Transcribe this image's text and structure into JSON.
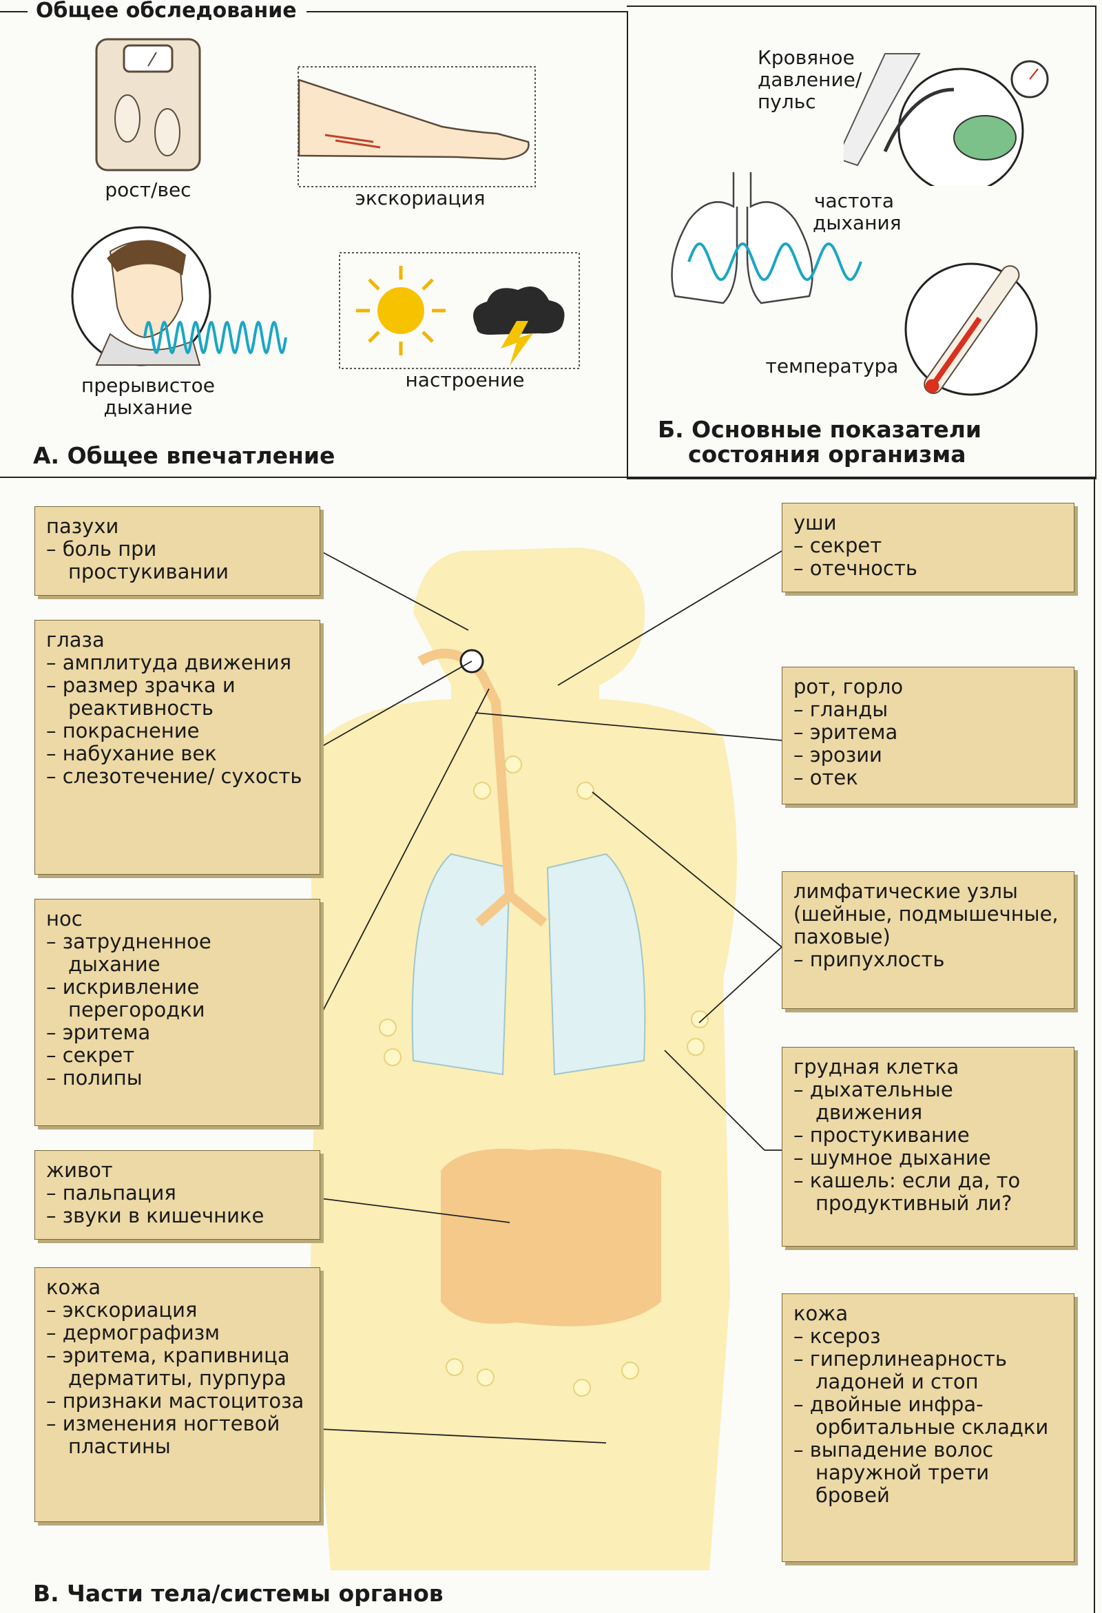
{
  "header": {
    "title": "Общее обследование"
  },
  "sectionA": {
    "title": "А. Общее впечатление",
    "items": [
      {
        "label": "рост/вес",
        "icon": "scale-icon"
      },
      {
        "label": "экскориация",
        "icon": "arm-icon"
      },
      {
        "label": "прерывистое дыхание",
        "icon": "person-breathing-icon"
      },
      {
        "label": "настроение",
        "icon": "sun-cloud-icon"
      }
    ]
  },
  "sectionB": {
    "title_line1": "Б. Основные показатели",
    "title_line2": "состояния организма",
    "items": [
      {
        "label": "Кровяное давление/ пульс",
        "icon": "blood-pressure-cuff-icon"
      },
      {
        "label": "частота дыхания",
        "icon": "lungs-icon"
      },
      {
        "label": "температура",
        "icon": "thermometer-icon"
      }
    ]
  },
  "sectionC": {
    "title": "В. Части тела/системы органов",
    "left_boxes": [
      {
        "heading": "пазухи",
        "items": [
          "боль при простукивании"
        ]
      },
      {
        "heading": "глаза",
        "items": [
          "амплитуда движения",
          "размер зрачка и реактивность",
          "покраснение",
          "набухание век",
          "слезотечение/ сухость"
        ]
      },
      {
        "heading": "нос",
        "items": [
          "затрудненное дыхание",
          "искривление перегородки",
          "эритема",
          "секрет",
          "полипы"
        ]
      },
      {
        "heading": "живот",
        "items": [
          "пальпация",
          "звуки в кишечнике"
        ]
      },
      {
        "heading": "кожа",
        "items": [
          "экскориация",
          "дермографизм",
          "эритема, крапивница дерматиты, пурпура",
          "признаки мастоцитоза",
          "изменения ногтевой пластины"
        ]
      }
    ],
    "right_boxes": [
      {
        "heading": "уши",
        "items": [
          "секрет",
          "отечность"
        ]
      },
      {
        "heading": "рот, горло",
        "items": [
          "гланды",
          "эритема",
          "эрозии",
          "отек"
        ]
      },
      {
        "heading": "лимфатические узлы (шейные, подмышечные, паховые)",
        "items": [
          "припухлость"
        ]
      },
      {
        "heading": "грудная клетка",
        "items": [
          "дыхательные движения",
          "простукивание",
          "шумное дыхание",
          "кашель: если да, то продуктивный ли?"
        ]
      },
      {
        "heading": "кожа",
        "items": [
          "ксероз",
          "гиперлинеарность ладоней и стоп",
          "двойные инфра-орбитальные складки",
          "выпадение волос наружной трети бровей"
        ]
      }
    ]
  },
  "colors": {
    "box_fill": "#ecd9a6",
    "body_fill": "#fbeeb6",
    "organ_fill": "#f4c98a",
    "lung_fill": "#dff1f3",
    "wave": "#1aa6c4"
  }
}
